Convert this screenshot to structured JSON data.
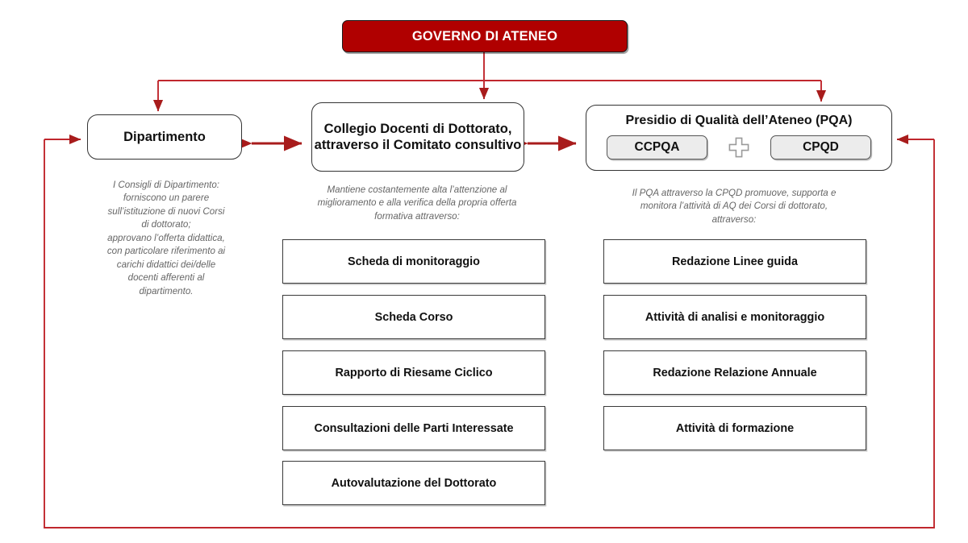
{
  "diagram": {
    "title": "GOVERNO DI ATENEO",
    "colors": {
      "accent_red": "#b00000",
      "connector_red": "#c0272d",
      "box_border": "#333333",
      "blurb_text": "#666666",
      "chip_fill": "#ececec"
    }
  },
  "top": {
    "label": "GOVERNO DI ATENEO"
  },
  "columns": [
    {
      "id": "dipartimento",
      "heading": "Dipartimento",
      "blurb": "I Consigli di Dipartimento:\nforniscono un parere\nsull’istituzione di nuovi Corsi\ndi dottorato;\napprovano l’offerta didattica,\ncon particolare riferimento ai\ncarichi didattici dei/delle\ndocenti afferenti al\ndipartimento.",
      "items": []
    },
    {
      "id": "collegio-docenti",
      "heading": "Collegio Docenti di Dottorato, attraverso il Comitato consultivo",
      "blurb": "Mantiene costantemente alta l’attenzione al\nmiglioramento e alla verifica della propria offerta\nformativa attraverso:",
      "items": [
        "Scheda di monitoraggio",
        "Scheda Corso",
        "Rapporto di Riesame Ciclico",
        "Consultazioni delle Parti Interessate",
        "Autovalutazione del Dottorato"
      ]
    },
    {
      "id": "pqa",
      "heading": "Presidio di Qualità dell’Ateneo (PQA)",
      "chips": [
        "CCPQA",
        "CPQD"
      ],
      "chip_separator_icon": "plus-icon",
      "blurb": "Il PQA attraverso la CPQD promuove, supporta e\nmonitora l’attività di AQ dei Corsi di dottorato,\nattraverso:",
      "items": [
        "Redazione Linee guida",
        "Attività di analisi e monitoraggio",
        "Redazione Relazione Annuale",
        "Attività di formazione"
      ]
    }
  ],
  "connectors": {
    "tree": "GOVERNO DI ATENEO branches down to Dipartimento, Collegio Docenti and PQA",
    "bidirectional": [
      "Dipartimento <-> Collegio Docenti di Dottorato",
      "Collegio Docenti di Dottorato <-> Presidio di Qualità dell’Ateneo"
    ],
    "feedback_loop": "Bottom loop returns from right side into Dipartimento and into PQA"
  }
}
